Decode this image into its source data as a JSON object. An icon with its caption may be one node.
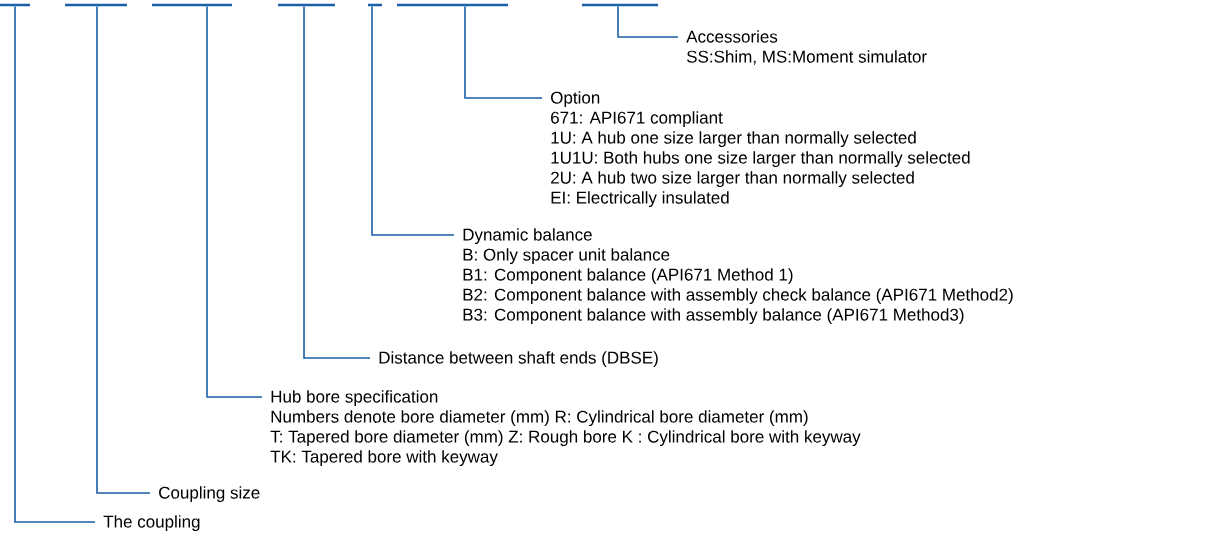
{
  "diagram": {
    "nodes": [
      {
        "text": [],
        "shape": "bar"
      },
      {
        "text": [],
        "shape": "bar"
      },
      {
        "text": [],
        "shape": "bar"
      },
      {
        "text": [],
        "shape": "bar"
      },
      {
        "text": [],
        "shape": "bar"
      },
      {
        "text": [],
        "shape": "bar"
      },
      {
        "text": [],
        "shape": "bar"
      },
      {
        "text": [
          "Accessories",
          "SS:Shim, MS:Moment simulator"
        ]
      },
      {
        "text": [
          "Option",
          "671: API671 compliant",
          "1U: A hub one size larger than normally selected",
          "1U1U: Both hubs one size larger than normally selected",
          "2U: A hub two size larger than normally selected",
          "EI: Electrically insulated"
        ]
      },
      {
        "text": [
          "Dynamic balance",
          "B: Only spacer unit balance",
          "B1: Component balance (API671 Method 1)",
          "B2: Component balance with assembly check balance (API671 Method2)",
          "B3: Component balance with assembly balance (API671 Method3)"
        ]
      },
      {
        "text": [
          "Distance between shaft ends (DBSE)"
        ]
      },
      {
        "text": [
          "Hub bore specification",
          "Numbers denote bore diameter (mm)   R: Cylindrical bore diameter (mm)",
          "T: Tapered bore diameter (mm)   Z: Rough bore   K : Cylindrical bore with keyway",
          "TK: Tapered bore with keyway"
        ]
      },
      {
        "text": [
          "Coupling size"
        ]
      },
      {
        "text": [
          "The coupling"
        ]
      }
    ],
    "edges": [
      {
        "from": 6,
        "to": 7,
        "arrow": "none"
      },
      {
        "from": 5,
        "to": 8,
        "arrow": "none"
      },
      {
        "from": 4,
        "to": 9,
        "arrow": "none"
      },
      {
        "from": 3,
        "to": 10,
        "arrow": "none"
      },
      {
        "from": 2,
        "to": 11,
        "arrow": "none"
      },
      {
        "from": 1,
        "to": 12,
        "arrow": "none"
      },
      {
        "from": 0,
        "to": 13,
        "arrow": "none"
      }
    ]
  }
}
